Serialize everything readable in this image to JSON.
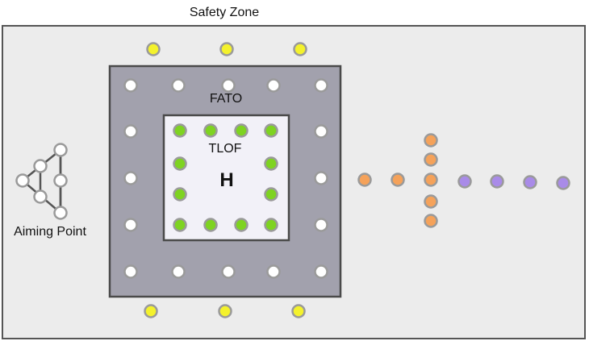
{
  "labels": {
    "safety_zone": "Safety Zone",
    "fato": "FATO",
    "tlof": "TLOF",
    "aiming_point": "Aiming Point",
    "tlof_marker": "H"
  },
  "colors": {
    "safety_zone_fill": "#ececec",
    "safety_zone_border": "#555555",
    "fato_fill": "#a2a1ad",
    "fato_border": "#4a4a4a",
    "tlof_fill": "#f2f1f8",
    "tlof_border": "#4a4a4a",
    "light_white": "#ffffff",
    "light_green": "#7ed321",
    "light_yellow": "#f4f22c",
    "light_orange": "#f5a25a",
    "light_purple": "#a98be8",
    "light_ring": "#9a9a9a"
  },
  "light_groups": [
    {
      "name": "safety-zone-yellow-light",
      "color": "light_yellow"
    },
    {
      "name": "fato-white-light",
      "color": "light_white"
    },
    {
      "name": "tlof-green-light",
      "color": "light_green"
    },
    {
      "name": "aiming-point-light",
      "color": "light_white"
    },
    {
      "name": "approach-orange-light",
      "color": "light_orange"
    },
    {
      "name": "approach-purple-light",
      "color": "light_purple"
    }
  ]
}
